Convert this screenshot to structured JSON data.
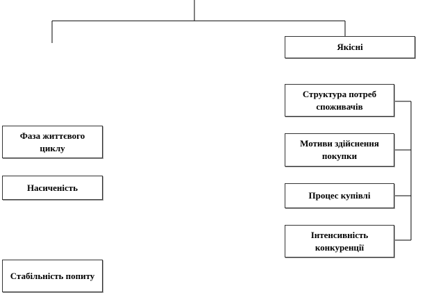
{
  "diagram": {
    "right_column": {
      "header": "Якісні",
      "items": [
        "Структура потреб споживачів",
        "Мотиви здійснення покупки",
        "Процес купівлі",
        "Інтенсивність конкуренції"
      ]
    },
    "left_column": {
      "items": [
        "Фаза життєвого циклу",
        "Насиченість",
        "Стабільність попиту"
      ]
    }
  },
  "colors": {
    "line": "#000000",
    "box_border": "#333333",
    "box_shadow": "#9a9a9a"
  }
}
